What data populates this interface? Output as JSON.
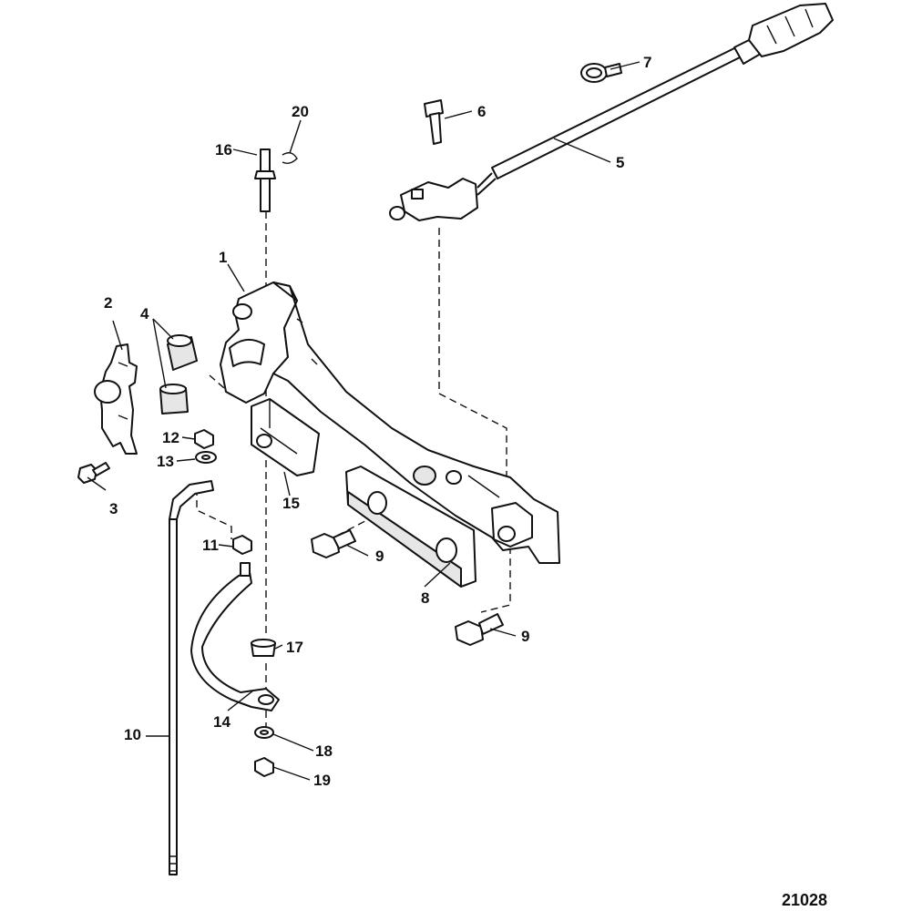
{
  "diagram": {
    "figure_id": "21028",
    "callouts": {
      "c1": "1",
      "c2": "2",
      "c3": "3",
      "c4": "4",
      "c5": "5",
      "c6": "6",
      "c7": "7",
      "c8": "8",
      "c9a": "9",
      "c9b": "9",
      "c10": "10",
      "c11": "11",
      "c12": "12",
      "c13": "13",
      "c14": "14",
      "c15": "15",
      "c16": "16",
      "c17": "17",
      "c18": "18",
      "c19": "19",
      "c20": "20"
    }
  }
}
